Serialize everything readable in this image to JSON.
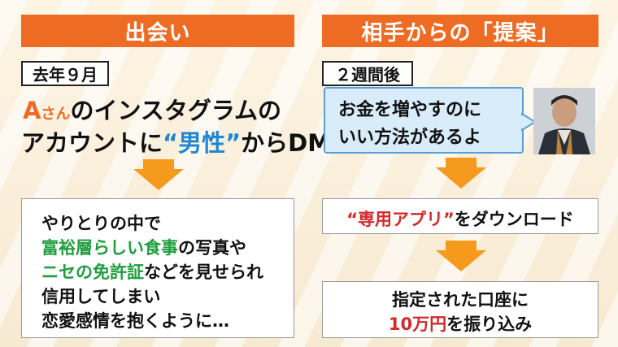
{
  "left": {
    "header": "出会い",
    "tag": "去年９月",
    "line1_a": "A",
    "line1_san": "さん",
    "line1_rest": "のインスタグラムの",
    "line2_pre": "アカウントに",
    "line2_male": "“男性”",
    "line2_post": "からDM",
    "box": {
      "l1": "やりとりの中で",
      "l2_green": "富裕層らしい食事",
      "l2_rest": "の写真や",
      "l3_green": "ニセの免許証",
      "l3_rest": "などを見せられ",
      "l4": "信用してしまい",
      "l5": "恋愛感情を抱くように…"
    }
  },
  "right": {
    "header": "相手からの「提案」",
    "tag": "２週間後",
    "bubble_l1": "お金を増やすのに",
    "bubble_l2": "いい方法があるよ",
    "app_red": "“専用アプリ”",
    "app_rest": "をダウンロード",
    "last_l1": "指定された口座に",
    "last_red": "10万円",
    "last_rest": "を振り込み"
  },
  "colors": {
    "header_bg": "#ee6b23",
    "arrow": "#f59a1c",
    "accent_blue": "#1f86d4",
    "accent_green": "#1f9e3e",
    "accent_red": "#d22a2a"
  }
}
